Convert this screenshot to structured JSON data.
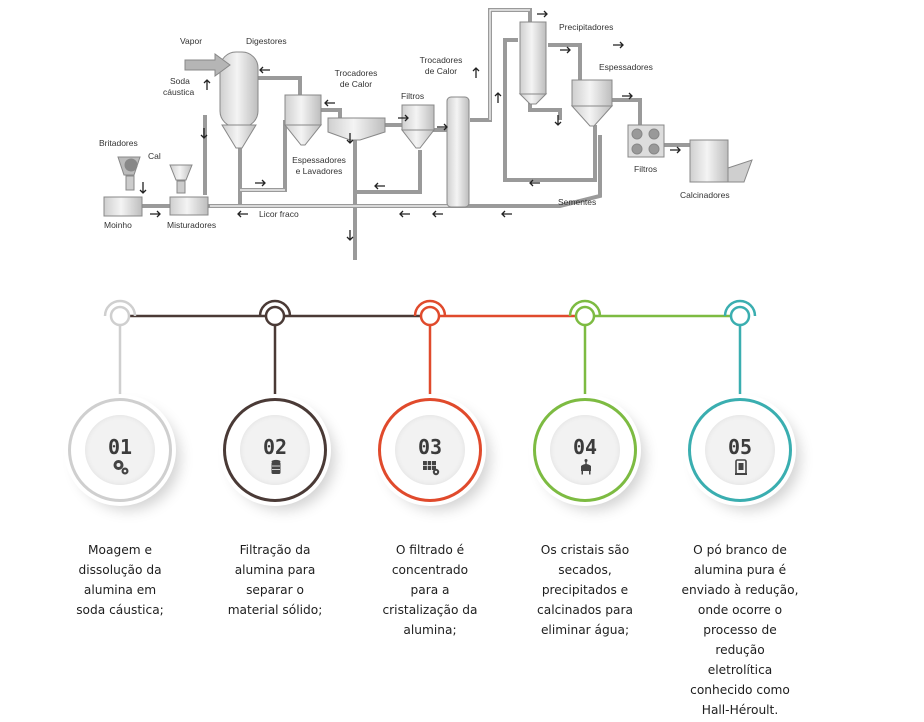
{
  "diagram": {
    "labels": {
      "vapor": "Vapor",
      "digestores": "Digestores",
      "soda_1": "Soda",
      "soda_2": "cáustica",
      "trocadores1_1": "Trocadores",
      "trocadores1_2": "de Calor",
      "trocadores2_1": "Trocadores",
      "trocadores2_2": "de Calor",
      "filtros1": "Filtros",
      "precipitadores": "Precipitadores",
      "espessadores": "Espessadores",
      "espessadores_lav_1": "Espessadores",
      "espessadores_lav_2": "e Lavadores",
      "britadores": "Britadores",
      "cal": "Cal",
      "moinho": "Moinho",
      "misturadores": "Misturadores",
      "licor_fraco": "Licor fraco",
      "sementes": "Sementes",
      "filtros2": "Filtros",
      "calcinadores": "Calcinadores"
    }
  },
  "steps": [
    {
      "number": "01",
      "color": "#cfcfcf",
      "icon": "gears-icon",
      "text_lines": [
        "Moagem e",
        "dissolução da",
        "alumina em",
        "soda cáustica;"
      ]
    },
    {
      "number": "02",
      "color": "#4a3a36",
      "icon": "filter-cylinder-icon",
      "text_lines": [
        "Filtração da",
        "alumina para",
        "separar o",
        "material sólido;"
      ]
    },
    {
      "number": "03",
      "color": "#e04a2c",
      "icon": "concentrator-gear-icon",
      "text_lines": [
        "O filtrado é",
        "concentrado",
        "para a",
        "cristalização da",
        "alumina;"
      ]
    },
    {
      "number": "04",
      "color": "#7dbb42",
      "icon": "reactor-flask-icon",
      "text_lines": [
        "Os cristais são",
        "secados,",
        "precipitados e",
        "calcinados para",
        "eliminar água;"
      ]
    },
    {
      "number": "05",
      "color": "#3aaeb0",
      "icon": "electrolytic-cell-icon",
      "text_lines": [
        "O pó branco de",
        "alumina pura é",
        "enviado à redução,",
        "onde ocorre o",
        "processo de",
        "redução",
        "eletrolítica",
        "conhecido como",
        "Hall-Héroult."
      ]
    }
  ]
}
